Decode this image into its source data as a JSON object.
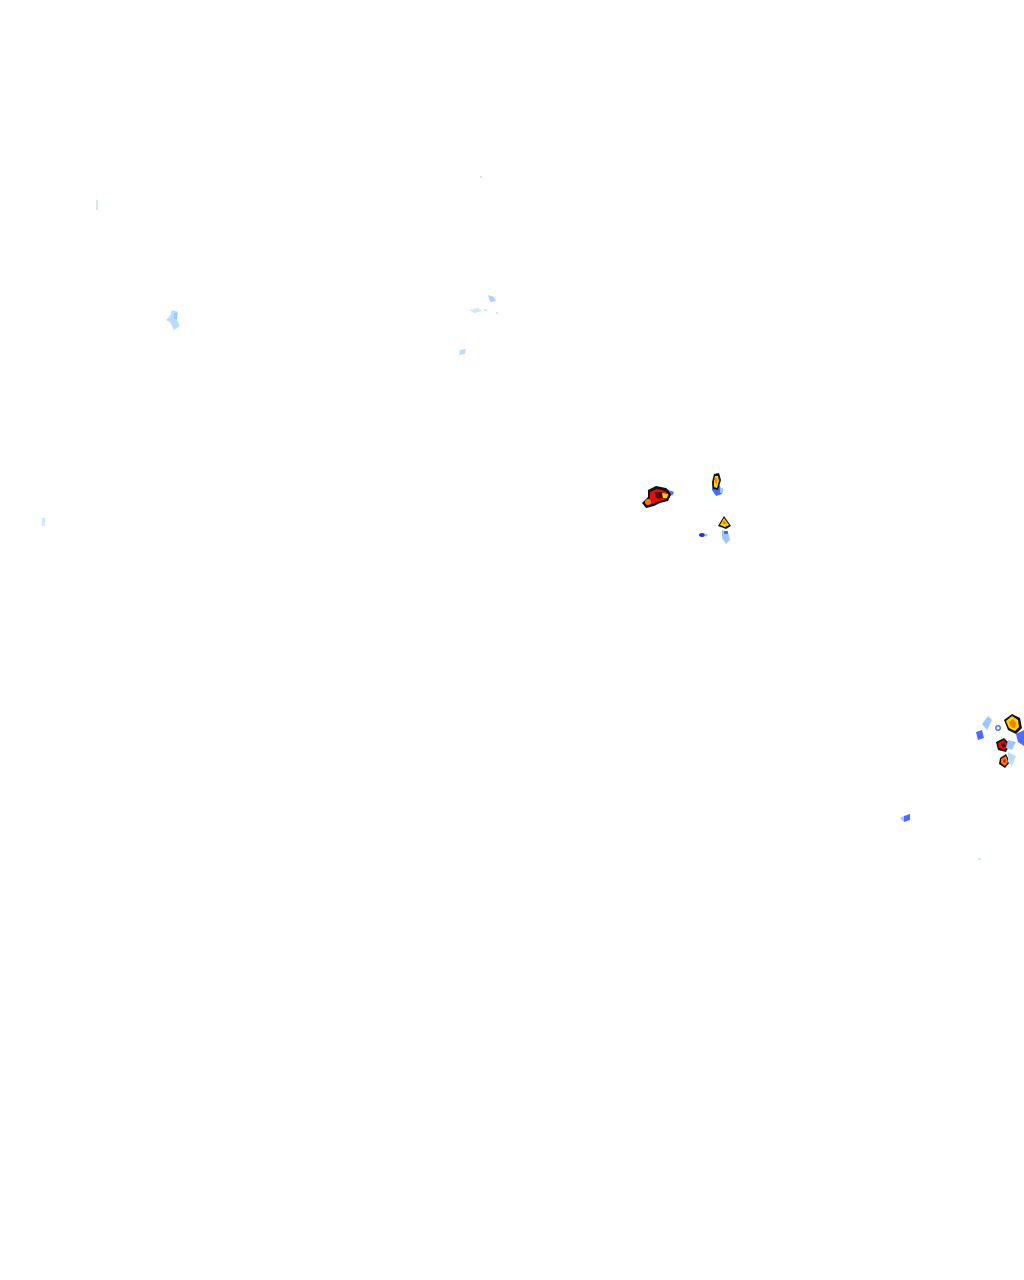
{
  "map": {
    "kind": "weather-radar-overlay",
    "background": "#ffffff",
    "palette": {
      "very_light": "#cfe6ff",
      "light": "#9cc8ff",
      "medium": "#4a6cff",
      "moderate": "#1f2fe0",
      "strong": "#ffd400",
      "heavy": "#ff7a00",
      "intense": "#e01010",
      "extreme": "#5a0000",
      "outline": "#111111"
    },
    "echoes": [
      {
        "id": "echo-far-north-faint",
        "intensity": "very_light"
      },
      {
        "id": "echo-northwest-light",
        "intensity": "light"
      },
      {
        "id": "echo-north-central-light",
        "intensity": "light"
      },
      {
        "id": "echo-central-light",
        "intensity": "light"
      },
      {
        "id": "echo-west-edge-faint",
        "intensity": "very_light"
      },
      {
        "id": "cell-cluster-center-west",
        "intensity": "extreme"
      },
      {
        "id": "cell-center-north",
        "intensity": "heavy"
      },
      {
        "id": "cell-center-south",
        "intensity": "heavy"
      },
      {
        "id": "echo-center-blue-dot",
        "intensity": "moderate"
      },
      {
        "id": "cell-cluster-east-edge",
        "intensity": "intense"
      },
      {
        "id": "echo-southeast-light",
        "intensity": "medium"
      },
      {
        "id": "echo-southeast-faint",
        "intensity": "very_light"
      }
    ]
  }
}
